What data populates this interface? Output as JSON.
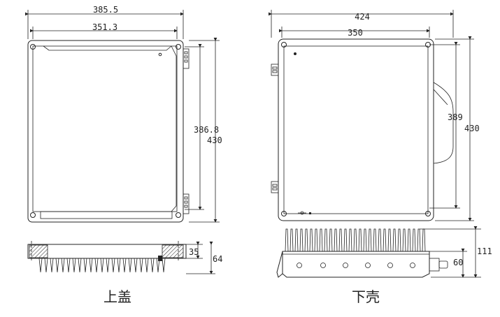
{
  "lid": {
    "caption": "上盖",
    "dim_width_outer": "385.5",
    "dim_width_inner": "351.3",
    "dim_height_inner": "386.8",
    "dim_height_outer": "430",
    "dim_side_small": "35",
    "dim_side_total": "64"
  },
  "shell": {
    "caption": "下壳",
    "dim_width_outer": "424",
    "dim_width_inner": "350",
    "dim_height_inner": "389",
    "dim_height_outer": "430",
    "dim_side_total": "111",
    "dim_side_small": "60"
  },
  "colors": {
    "line": "#222222",
    "background": "#ffffff"
  }
}
